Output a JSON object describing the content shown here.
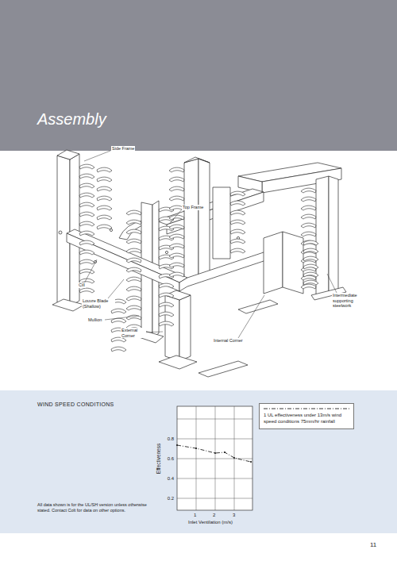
{
  "diagram": {
    "title": "Assembly",
    "labels": [
      "Side Frame",
      "Top Frame",
      "Cill",
      "Louvre Blade (Shallow)",
      "Mullion",
      "External Corner",
      "Internal Corner",
      "Intermediate supporting steelwork",
      "WIND SPEED CONDITIONS",
      "Effectiveness",
      "0.8",
      "0.6",
      "0.4",
      "0.2",
      "1",
      "2",
      "3",
      "Inlet Ventilation (m/s)",
      "All data shown is for the UL/SH version unless otherwise stated. Contact Colt for data on other options.",
      "11"
    ],
    "legend": [
      {
        "text": "1 UL effectiveness under 13m/s wind speed conditions 75mm/hr rainfall"
      }
    ]
  }
}
